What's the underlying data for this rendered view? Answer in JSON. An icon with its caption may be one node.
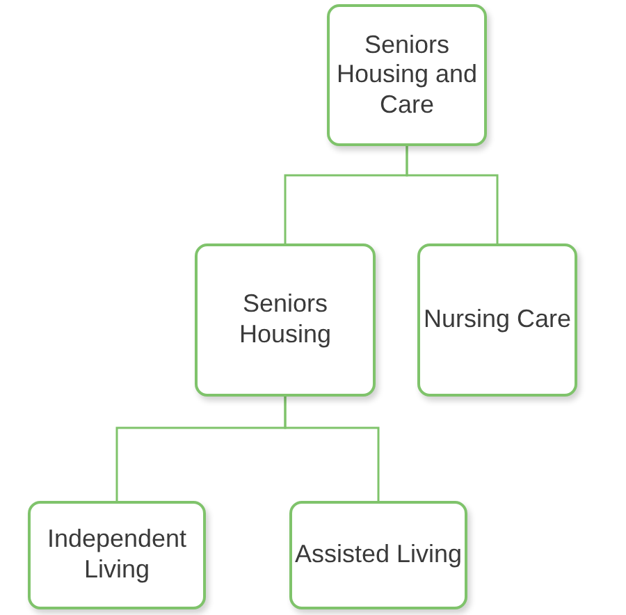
{
  "diagram": {
    "nodes": [
      {
        "text": [
          "Seniors Housing and Care"
        ]
      },
      {
        "text": [
          "Seniors Housing"
        ]
      },
      {
        "text": [
          "Nursing Care"
        ]
      },
      {
        "text": [
          "Independent Living"
        ]
      },
      {
        "text": [
          "Assisted Living"
        ]
      }
    ],
    "edges": [
      {
        "from": 0,
        "to": 1,
        "arrow": "none"
      },
      {
        "from": 0,
        "to": 2,
        "arrow": "none"
      },
      {
        "from": 1,
        "to": 3,
        "arrow": "none"
      },
      {
        "from": 1,
        "to": 4,
        "arrow": "none"
      }
    ]
  }
}
